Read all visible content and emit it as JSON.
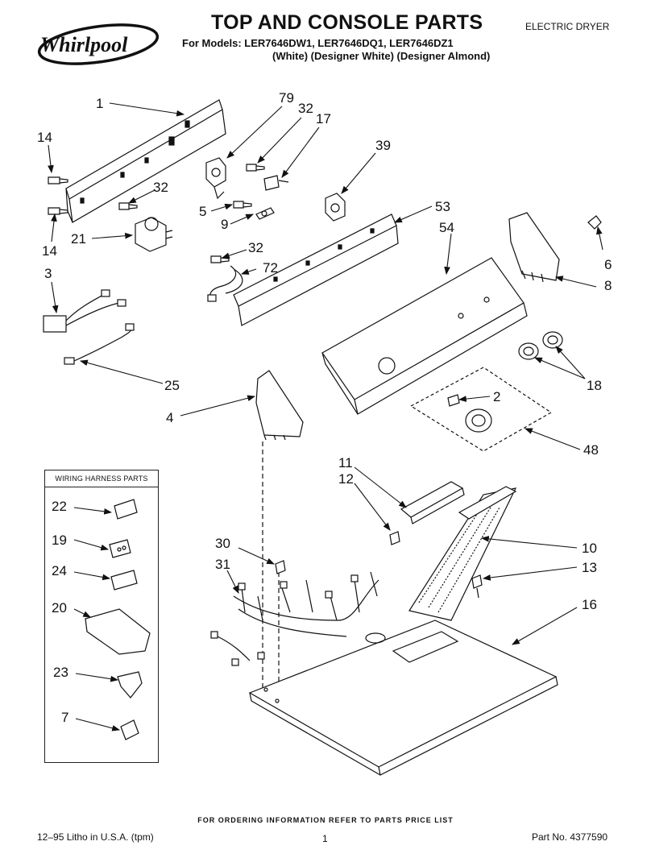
{
  "header": {
    "brand": "Whirlpool",
    "title": "TOP AND CONSOLE PARTS",
    "models_line": "For Models: LER7646DW1, LER7646DQ1, LER7646DZ1",
    "colors_line": "(White) (Designer White) (Designer Almond)",
    "doc_type": "ELECTRIC DRYER"
  },
  "harness_box": {
    "title": "WIRING HARNESS PARTS"
  },
  "callouts": [
    {
      "id": "c1",
      "label": "1"
    },
    {
      "id": "c79",
      "label": "79"
    },
    {
      "id": "c32a",
      "label": "32"
    },
    {
      "id": "c17",
      "label": "17"
    },
    {
      "id": "c14a",
      "label": "14"
    },
    {
      "id": "c39",
      "label": "39"
    },
    {
      "id": "c32b",
      "label": "32"
    },
    {
      "id": "c5",
      "label": "5"
    },
    {
      "id": "c53",
      "label": "53"
    },
    {
      "id": "c54",
      "label": "54"
    },
    {
      "id": "c9",
      "label": "9"
    },
    {
      "id": "c21",
      "label": "21"
    },
    {
      "id": "c14b",
      "label": "14"
    },
    {
      "id": "c32c",
      "label": "32"
    },
    {
      "id": "c72",
      "label": "72"
    },
    {
      "id": "c3",
      "label": "3"
    },
    {
      "id": "c6",
      "label": "6"
    },
    {
      "id": "c8",
      "label": "8"
    },
    {
      "id": "c18",
      "label": "18"
    },
    {
      "id": "c25",
      "label": "25"
    },
    {
      "id": "c2",
      "label": "2"
    },
    {
      "id": "c4",
      "label": "4"
    },
    {
      "id": "c48",
      "label": "48"
    },
    {
      "id": "c11",
      "label": "11"
    },
    {
      "id": "c12",
      "label": "12"
    },
    {
      "id": "c22",
      "label": "22"
    },
    {
      "id": "c19",
      "label": "19"
    },
    {
      "id": "c10",
      "label": "10"
    },
    {
      "id": "c30",
      "label": "30"
    },
    {
      "id": "c31",
      "label": "31"
    },
    {
      "id": "c24",
      "label": "24"
    },
    {
      "id": "c13",
      "label": "13"
    },
    {
      "id": "c20",
      "label": "20"
    },
    {
      "id": "c16",
      "label": "16"
    },
    {
      "id": "c23",
      "label": "23"
    },
    {
      "id": "c7",
      "label": "7"
    }
  ],
  "footer": {
    "note": "FOR ORDERING INFORMATION REFER TO PARTS PRICE LIST",
    "litho": "12–95 Litho in U.S.A. (tpm)",
    "page": "1",
    "part_no": "Part No. 4377590"
  }
}
